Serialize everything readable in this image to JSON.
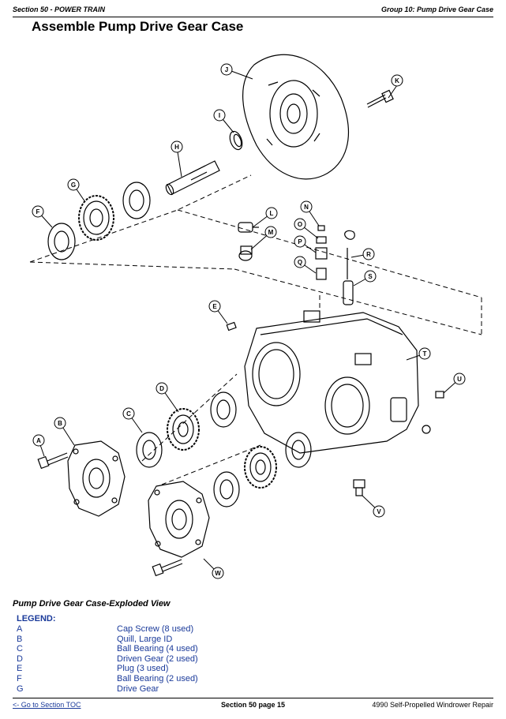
{
  "header": {
    "section": "Section 50 - POWER TRAIN",
    "group": "Group 10: Pump Drive Gear Case"
  },
  "title": "Assemble Pump Drive Gear Case",
  "diagram": {
    "callouts": [
      "A",
      "B",
      "C",
      "D",
      "E",
      "F",
      "G",
      "H",
      "I",
      "J",
      "K",
      "L",
      "M",
      "N",
      "O",
      "P",
      "Q",
      "R",
      "S",
      "T",
      "U",
      "V",
      "W"
    ]
  },
  "caption": "Pump Drive Gear Case-Exploded View",
  "legend": {
    "title": "LEGEND:",
    "items": [
      {
        "key": "A",
        "label": "Cap Screw (8 used)"
      },
      {
        "key": "B",
        "label": "Quill, Large ID"
      },
      {
        "key": "C",
        "label": "Ball Bearing (4 used)"
      },
      {
        "key": "D",
        "label": "Driven Gear (2 used)"
      },
      {
        "key": "E",
        "label": "Plug (3 used)"
      },
      {
        "key": "F",
        "label": "Ball Bearing (2 used)"
      },
      {
        "key": "G",
        "label": "Drive Gear"
      }
    ]
  },
  "footer": {
    "toc": "<- Go to Section TOC",
    "page": "Section 50 page 15",
    "manual": "4990 Self-Propelled Windrower Repair"
  }
}
